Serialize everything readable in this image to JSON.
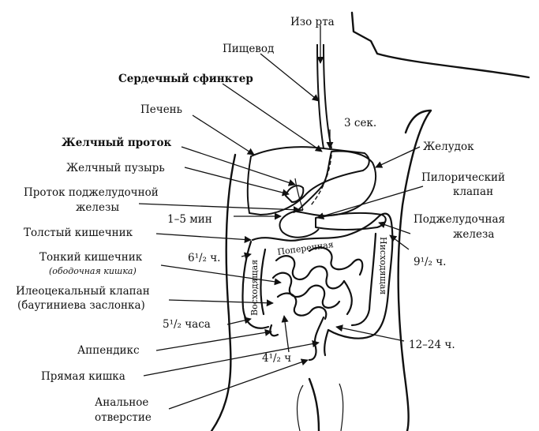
{
  "labels": {
    "mouth": "Изо рта",
    "esophagus": "Пищевод",
    "cardiac_sphincter": "Сердечный сфинктер",
    "liver": "Печень",
    "time_3s": "3 сек.",
    "bile_duct": "Желчный проток",
    "stomach": "Желудок",
    "gallbladder": "Желчный пузырь",
    "pyloric_valve_1": "Пилорический",
    "pyloric_valve_2": "клапан",
    "pancreatic_duct_1": "Проток поджелудочной",
    "pancreatic_duct_2": "железы",
    "time_1_5": "1–5 мин",
    "pancreas_1": "Поджелудочная",
    "pancreas_2": "железа",
    "large_intestine": "Толстый кишечник",
    "transverse": "Поперечная",
    "descending": "Нисходящая",
    "ascending": "Восходящая",
    "small_intestine": "Тонкий кишечник",
    "small_intestine_note": "(ободочная кишка)",
    "time_6_5": "6¹/₂ ч.",
    "time_9_5": "9¹/₂ ч.",
    "ileocecal_1": "Илеоцекальный клапан",
    "ileocecal_2": "(баугиниева заслонка)",
    "time_5_5": "5¹/₂ часа",
    "appendix": "Аппендикс",
    "time_12_24": "12–24 ч.",
    "time_4_5": "4¹/₂ ч",
    "rectum": "Прямая кишка",
    "anus_1": "Анальное",
    "anus_2": "отверстие"
  }
}
